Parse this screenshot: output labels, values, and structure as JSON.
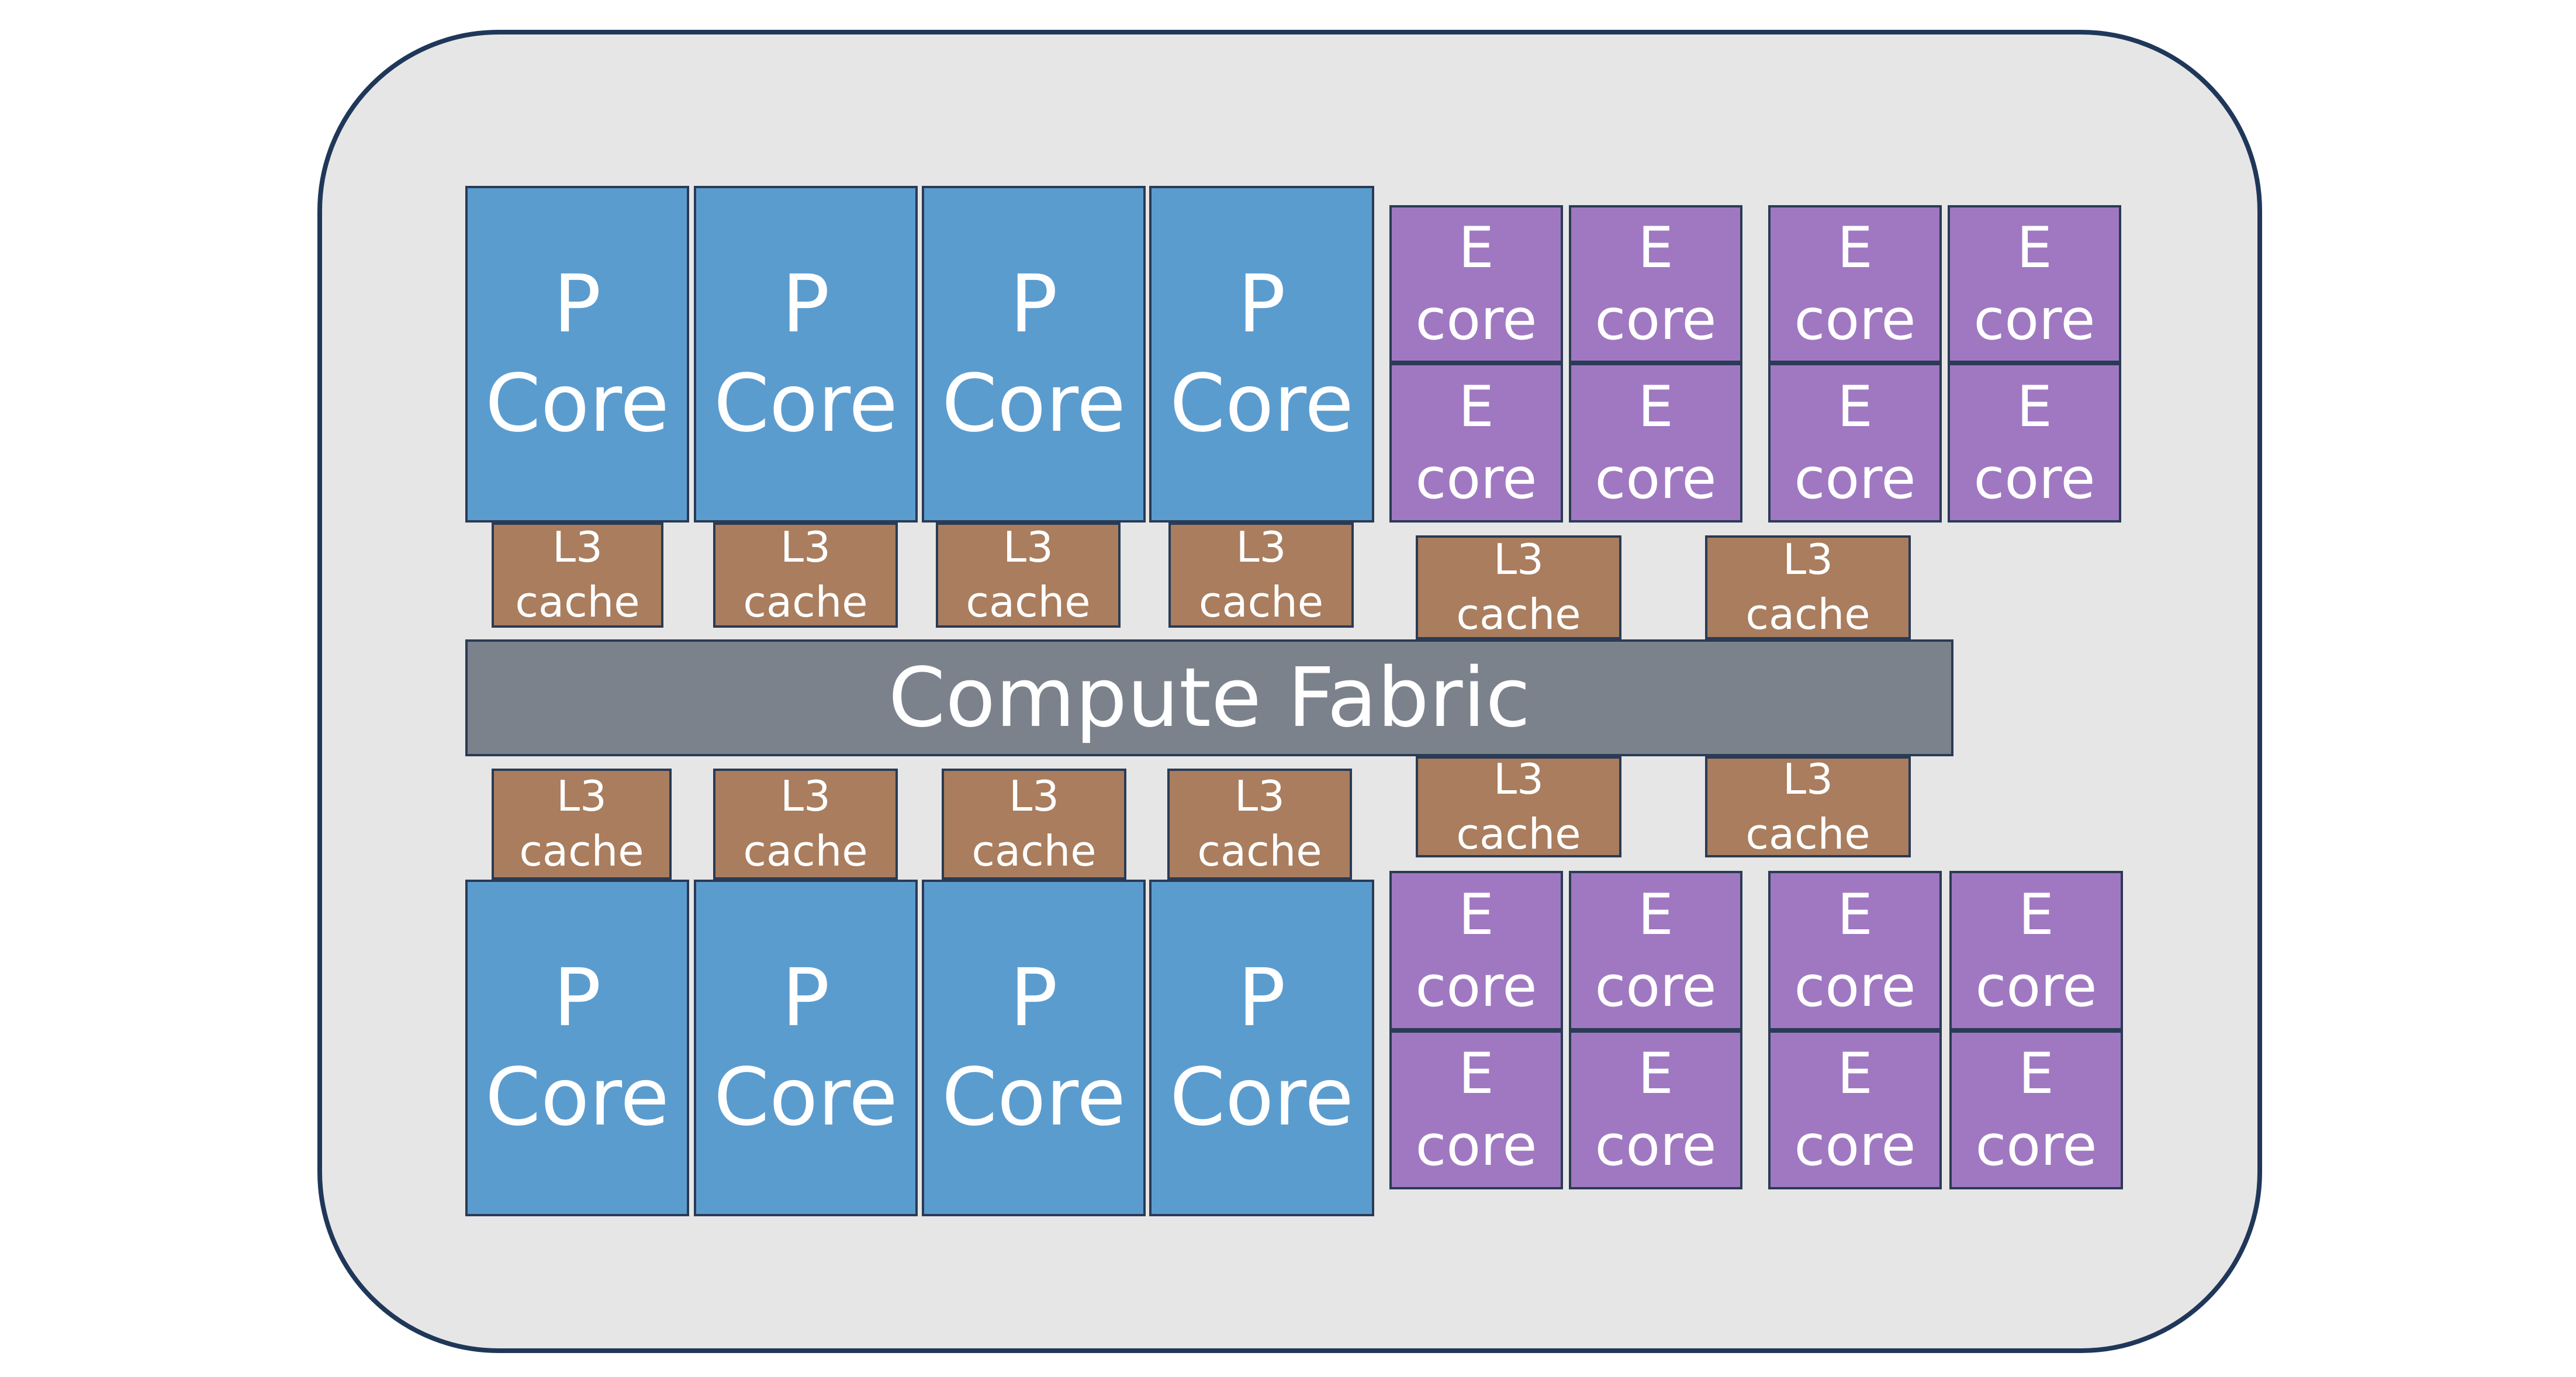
{
  "diagram": {
    "p_core": {
      "line1": "P",
      "line2": "Core"
    },
    "e_core": {
      "line1": "E",
      "line2": "core"
    },
    "l3_cache": {
      "line1": "L3",
      "line2": "cache"
    },
    "fabric": {
      "label": "Compute Fabric"
    }
  },
  "colors": {
    "p_core": "#5b9ccf",
    "e_core": "#a078c1",
    "l3_cache": "#a97d5d",
    "fabric": "#7b828c",
    "die_background": "#e7e6e6",
    "die_border": "#1f3759"
  }
}
